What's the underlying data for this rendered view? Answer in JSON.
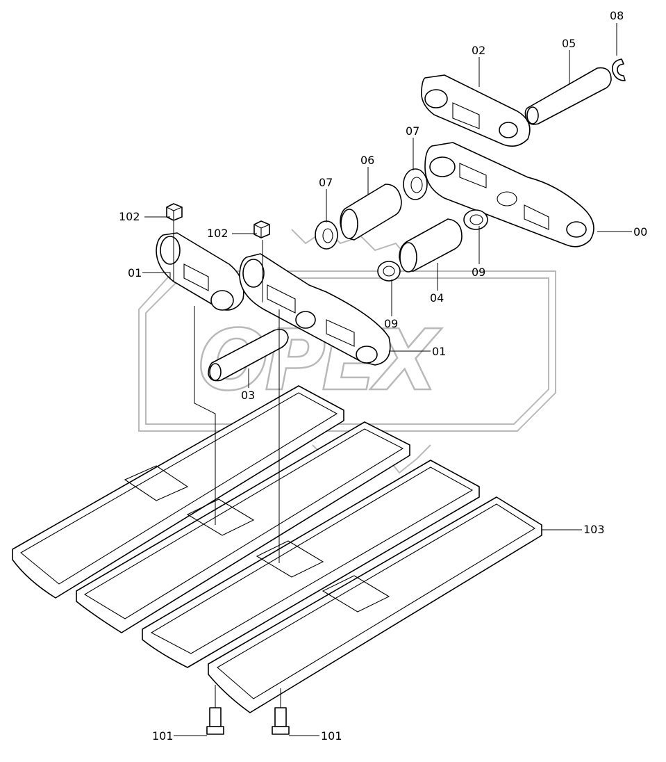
{
  "watermark": {
    "text": "OPEX"
  },
  "callouts": {
    "c08": "08",
    "c02": "02",
    "c05": "05",
    "c07_right": "07",
    "c06": "06",
    "c07_left": "07",
    "c102_left": "102",
    "c102_mid": "102",
    "c00": "00",
    "c01_left": "01",
    "c09_right": "09",
    "c04": "04",
    "c09_mid": "09",
    "c01_right": "01",
    "c03": "03",
    "c103": "103",
    "c101_left": "101",
    "c101_right": "101"
  }
}
